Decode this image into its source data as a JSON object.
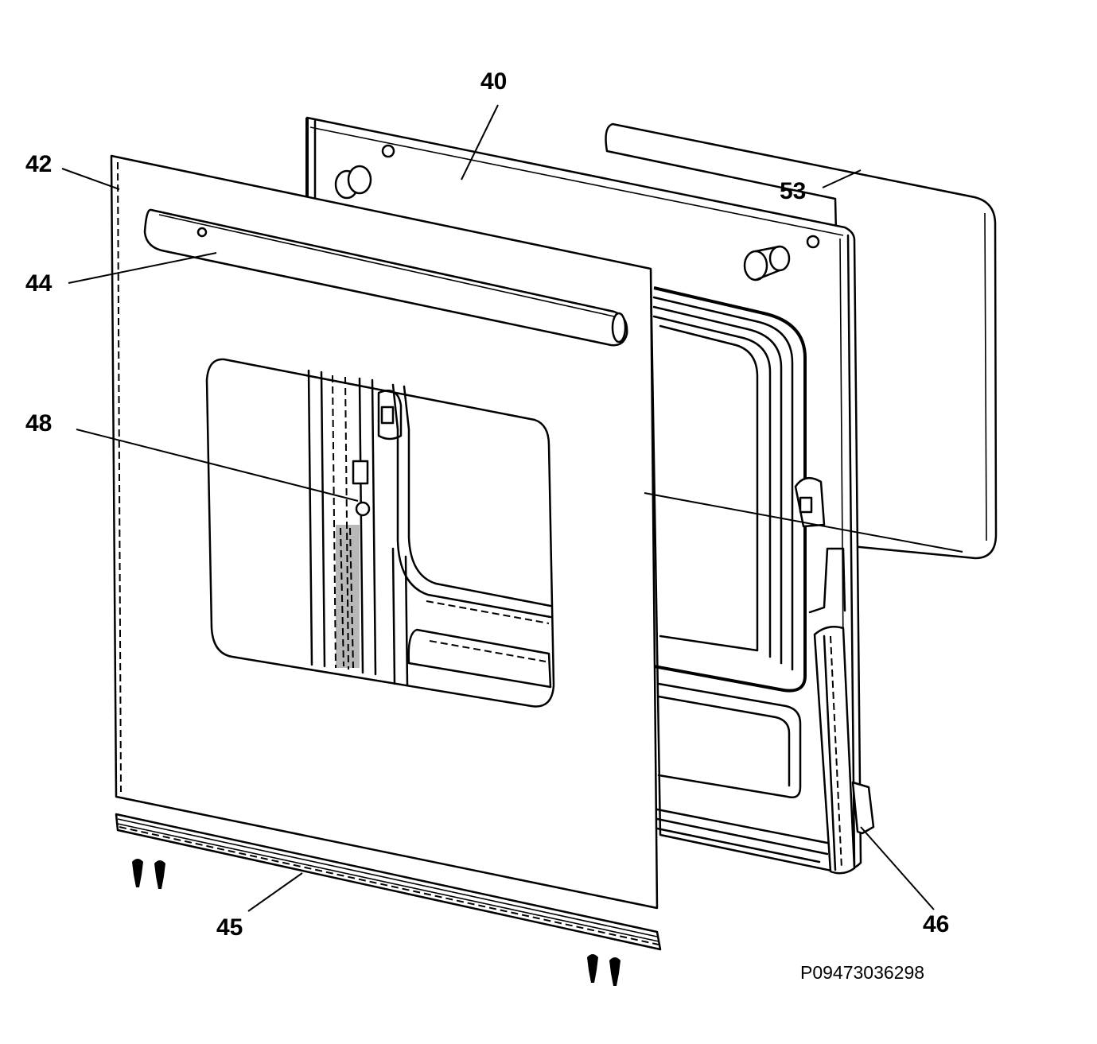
{
  "drawing": {
    "document_number": "P09473036298",
    "callouts": [
      {
        "label": "40"
      },
      {
        "label": "42"
      },
      {
        "label": "44"
      },
      {
        "label": "48"
      },
      {
        "label": "53"
      },
      {
        "label": "45"
      },
      {
        "label": "46"
      }
    ]
  }
}
